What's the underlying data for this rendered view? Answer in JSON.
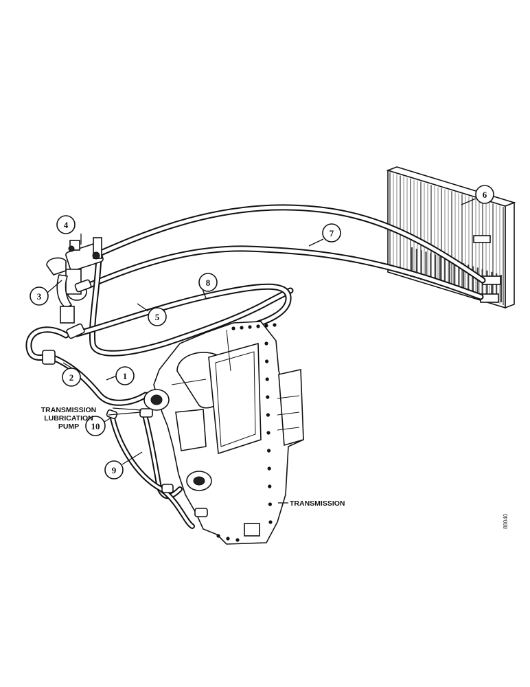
{
  "diagram": {
    "callouts": [
      "1",
      "2",
      "3",
      "4",
      "5",
      "6",
      "7",
      "8",
      "9",
      "10"
    ],
    "labels": {
      "pump_line1": "TRANSMISSION",
      "pump_line2": "LUBRICATION",
      "pump_line3": "PUMP",
      "transmission": "TRANSMISSION"
    },
    "figure_code": "88040"
  }
}
